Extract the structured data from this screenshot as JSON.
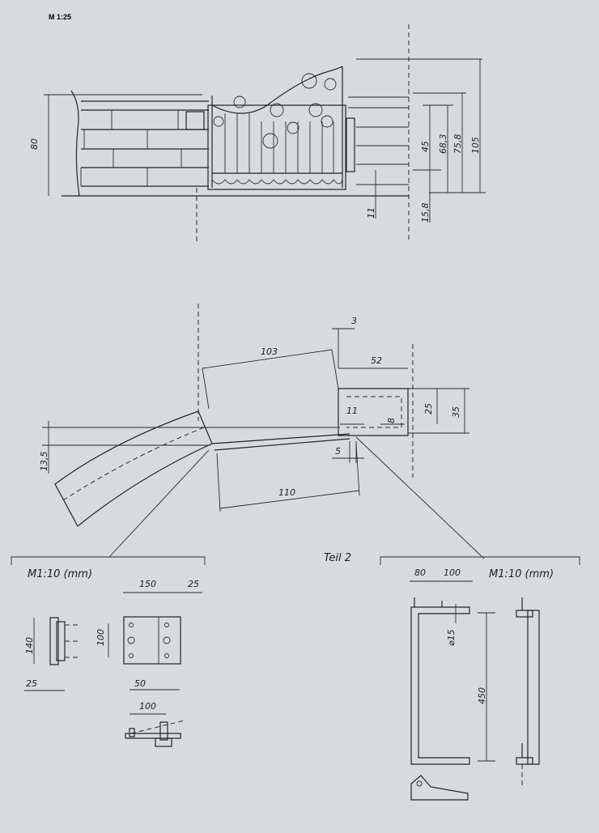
{
  "scale_label": "M 1:25",
  "elevation_dims": {
    "wall_height": "80",
    "gate_bottom_gap": "11",
    "post_offset": "15,8",
    "dim_45": "45",
    "dim_683": "68,3",
    "dim_758": "75,8",
    "dim_105": "105"
  },
  "plan_dims": {
    "d_103": "103",
    "d_3": "3",
    "d_52": "52",
    "d_25": "25",
    "d_35": "35",
    "d_11": "11",
    "d_8": "8",
    "d_5": "5",
    "d_110": "110",
    "d_135": "13,5"
  },
  "detail_left": {
    "scale": "M1:10 (mm)",
    "d_150": "150",
    "d_25_top": "25",
    "d_140": "140",
    "d_100_side": "100",
    "d_25_bottom": "25",
    "d_50": "50",
    "d_100_bottom": "100"
  },
  "part_label": "Teil 2",
  "detail_right": {
    "scale": "M1:10 (mm)",
    "d_80": "80",
    "d_100": "100",
    "d_diam15": "⌀15",
    "d_450": "450"
  }
}
